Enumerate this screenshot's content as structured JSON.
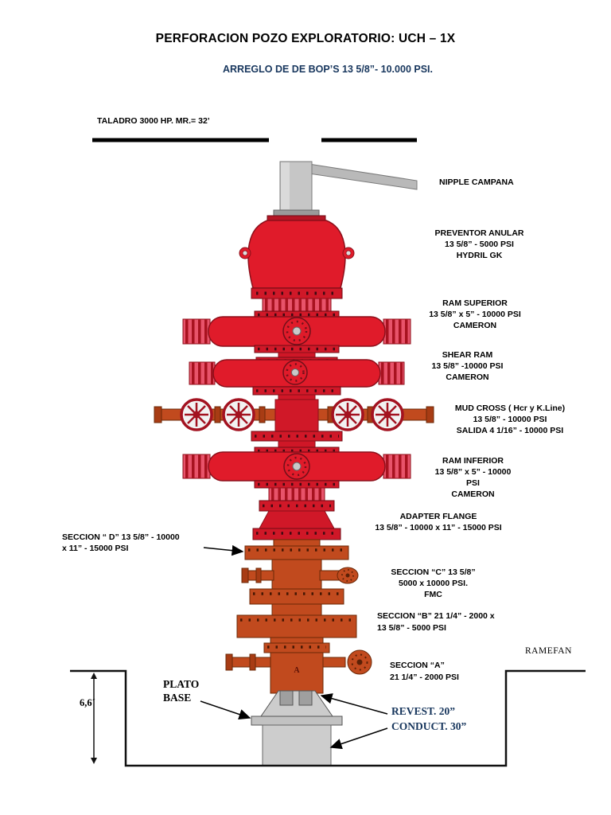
{
  "title": "PERFORACION POZO EXPLORATORIO: UCH – 1X",
  "subtitle": "ARREGLO DE DE BOP’S  13 5/8”- 10.000 PSI.",
  "rig_label": "TALADRO 3000 HP.  MR.= 32’",
  "brand": "RAMEFAN",
  "colors": {
    "red": "#e01b2a",
    "orange": "#c14a1e",
    "navy": "#17365d",
    "gray": "#c6c6c6"
  },
  "components": {
    "nipple": {
      "label": "NIPPLE CAMPANA"
    },
    "annular": {
      "lines": [
        "PREVENTOR ANULAR",
        "13 5/8” - 5000 PSI",
        "HYDRIL GK"
      ]
    },
    "ram_superior": {
      "lines": [
        "RAM SUPERIOR",
        "13 5/8” x 5” - 10000 PSI",
        "CAMERON"
      ]
    },
    "shear_ram": {
      "lines": [
        "SHEAR RAM",
        "13 5/8” -10000 PSI",
        "CAMERON"
      ]
    },
    "mud_cross": {
      "lines": [
        "MUD CROSS ( Hcr y K.Line)",
        "13 5/8” - 10000 PSI",
        "SALIDA 4 1/16”  - 10000 PSI"
      ]
    },
    "ram_inferior": {
      "lines": [
        "RAM INFERIOR",
        "13 5/8” x 5” - 10000",
        "PSI",
        "CAMERON"
      ]
    },
    "adapter_flange": {
      "lines": [
        "ADAPTER FLANGE",
        "13 5/8” - 10000 x 11” - 15000 PSI"
      ]
    },
    "seccion_d": {
      "lines": [
        "SECCION “ D” 13 5/8” - 10000",
        "x 11” - 15000 PSI"
      ]
    },
    "seccion_c": {
      "lines": [
        "SECCION “C”  13 5/8”",
        "5000 x 10000 PSI.",
        "FMC"
      ]
    },
    "seccion_b": {
      "lines": [
        "SECCION  “B”  21 1/4” - 2000 x",
        "13 5/8” - 5000 PSI"
      ]
    },
    "seccion_a": {
      "lines": [
        "SECCION “A”",
        "21 1/4” - 2000 PSI"
      ],
      "mark": "A"
    },
    "plato_base": {
      "lines": [
        "PLATO",
        "BASE"
      ]
    },
    "casing": {
      "lines": [
        "REVEST.  20”",
        "CONDUCT.  30”"
      ]
    },
    "dimension": {
      "label": "6,6´"
    }
  }
}
